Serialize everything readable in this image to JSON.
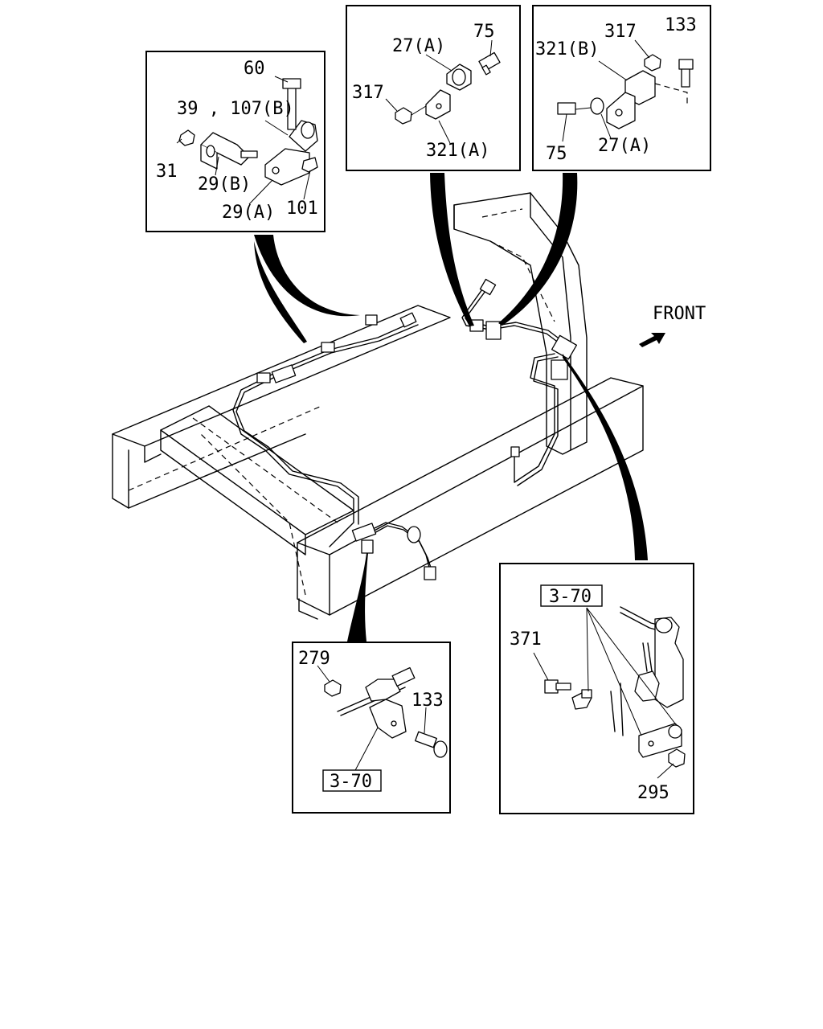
{
  "direction_label": "FRONT",
  "callouts": [
    {
      "id": "A",
      "labels": [
        "60",
        "39 , 107(B)",
        "31",
        "29(B)",
        "29(A)",
        "101"
      ]
    },
    {
      "id": "B",
      "labels": [
        "27(A)",
        "75",
        "317",
        "321(A)"
      ]
    },
    {
      "id": "C",
      "labels": [
        "317",
        "133",
        "321(B)",
        "75",
        "27(A)"
      ]
    },
    {
      "id": "D",
      "labels": [
        "279",
        "133"
      ],
      "reference": "3-70"
    },
    {
      "id": "E",
      "labels": [
        "371",
        "295"
      ],
      "reference": "3-70"
    }
  ]
}
